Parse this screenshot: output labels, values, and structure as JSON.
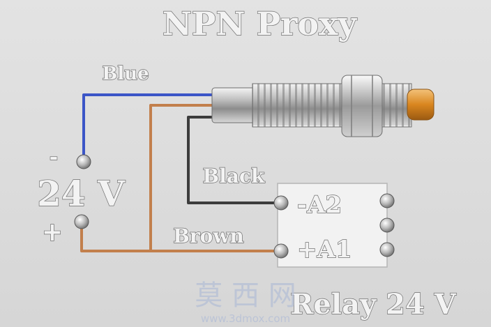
{
  "diagram": {
    "title": "NPN Proxy",
    "supply": {
      "voltage_label": "24 V",
      "minus_label": "-",
      "plus_label": "+"
    },
    "wires": {
      "blue": {
        "label": "Blue",
        "color": "#3b55c7"
      },
      "brown": {
        "label": "Brown",
        "color": "#c27f4c"
      },
      "black": {
        "label": "Black",
        "color": "#3c3c3c"
      }
    },
    "relay": {
      "terminal_a2": "-A2",
      "terminal_a1": "+A1",
      "label": "Relay 24 V"
    },
    "watermark": {
      "text": "莫 西 网",
      "url": "www.3dmox.com"
    },
    "colors": {
      "background": "#dcdcdc",
      "sensor_tip": "#d9861f",
      "relay_box": "#f2f2f2"
    }
  }
}
